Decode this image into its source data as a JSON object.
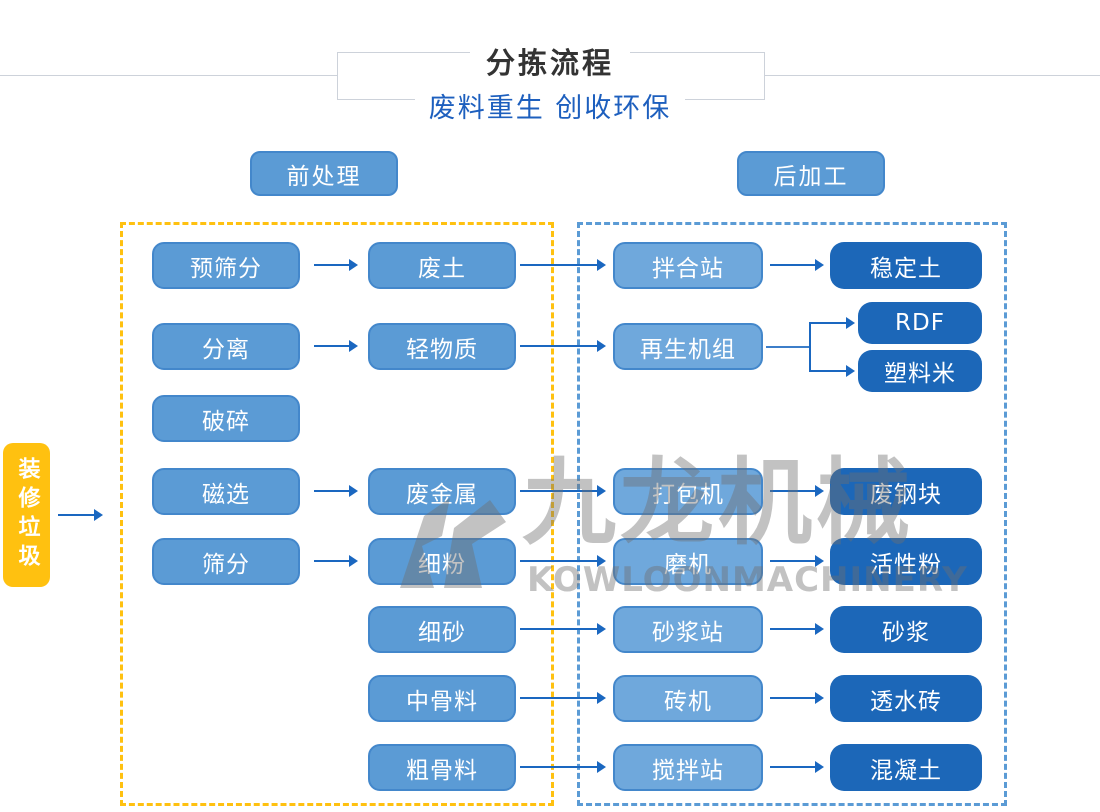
{
  "header": {
    "title": "分拣流程",
    "subtitle": "废料重生 创收环保"
  },
  "sections": {
    "pre_label": "前处理",
    "post_label": "后加工"
  },
  "flow": {
    "source": "装修垃圾",
    "pre": {
      "col1": [
        "预筛分",
        "分离",
        "破碎",
        "磁选",
        "筛分"
      ],
      "col2": [
        "废土",
        "轻物质",
        "废金属",
        "细粉",
        "细砂",
        "中骨料",
        "粗骨料"
      ]
    },
    "post": {
      "col3": [
        "拌合站",
        "再生机组",
        "打包机",
        "磨机",
        "砂浆站",
        "砖机",
        "搅拌站"
      ],
      "col4": [
        "稳定土",
        "RDF",
        "塑料米",
        "废钢块",
        "活性粉",
        "砂浆",
        "透水砖",
        "混凝土"
      ]
    }
  },
  "watermark": {
    "cn": "九龙机械",
    "en": "KOWLOONMACHINERY"
  },
  "colors": {
    "accent_yellow": "#FFC110",
    "node_blue": "#5B9BD5",
    "node_blue_light": "#6FA8DC",
    "node_blue_dark": "#1C67B8",
    "node_border": "#4387CB",
    "arrow_blue": "#1A67C0",
    "subtitle_blue": "#1D5FBE",
    "title_gray": "#333333",
    "line_gray": "#CDD2DA",
    "watermark_gray": "#6F6F6F"
  }
}
